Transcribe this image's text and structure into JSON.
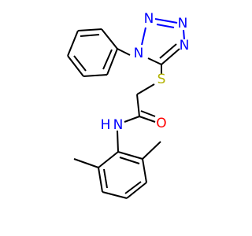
{
  "molecule": {
    "atom_labels": {
      "n1": "N",
      "n2": "N",
      "n3": "N",
      "n4": "N",
      "s": "S",
      "nh": "N",
      "h": "H",
      "o": "O"
    },
    "colors": {
      "carbon_bond": "#000000",
      "nitrogen": "#0000ff",
      "oxygen": "#ff0000",
      "sulfur": "#b2b200"
    }
  }
}
